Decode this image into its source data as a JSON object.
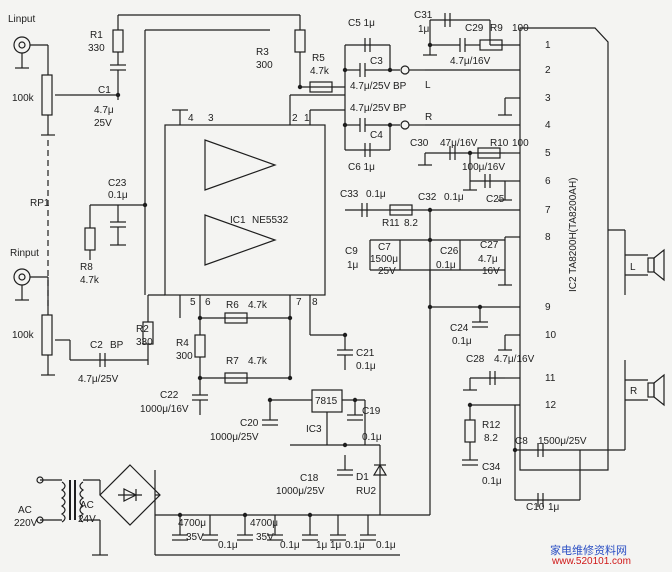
{
  "labels": {
    "linput": "Linput",
    "rinput": "Rinput",
    "pot_l": "100k",
    "pot_r": "100k",
    "rp1": "RP1",
    "r1": "R1",
    "r1_val": "330",
    "c1": "C1",
    "c1_val": "4.7μ",
    "c1_v": "25V",
    "r3": "R3",
    "r3_val": "300",
    "r5": "R5",
    "r5_val": "4.7k",
    "c5": "C5  1μ",
    "c3": "C3",
    "c3_val": "4.7μ/25V BP",
    "c4_val": "4.7μ/25V BP",
    "c4": "C4",
    "c6": "C6  1μ",
    "l_out": "L",
    "r_out": "R",
    "c31": "C31",
    "c31_val": "1μ",
    "c29": "C29",
    "r9": "R9",
    "r9_val": "100",
    "c29_val": "4.7μ/16V",
    "c30": "C30",
    "c30_val": "47μ/16V",
    "r10": "R10",
    "r10_val": "100",
    "c10016": "100μ/16V",
    "c32": "C32",
    "c32_val": "0.1μ",
    "c25": "C25",
    "c33": "C33",
    "c33_val": "0.1μ",
    "r11": "R11",
    "r11_val": "8.2",
    "c9": "C9",
    "c9_val": "1μ",
    "c7": "C7",
    "c7_val": "1500μ",
    "c7_v": "25V",
    "c26": "C26",
    "c26_val": "0.1μ",
    "c27": "C27",
    "c27_val": "4.7μ",
    "c27_v": "16V",
    "c23": "C23",
    "c23_val": "0.1μ",
    "r8": "R8",
    "r8_val": "4.7k",
    "ic1": "IC1",
    "ne5532": "NE5532",
    "r2": "R2",
    "r2_val": "330",
    "c2": "C2",
    "c2_bp": "BP",
    "c2_val": "4.7μ/25V",
    "r6": "R6",
    "r6_val": "4.7k",
    "r4": "R4",
    "r4_val": "300",
    "r7": "R7",
    "r7_val": "4.7k",
    "c22": "C22",
    "c22_val": "1000μ/16V",
    "c21": "C21",
    "c21_val": "0.1μ",
    "c20": "C20",
    "c20_val": "1000μ/25V",
    "u7815": "7815",
    "ic3": "IC3",
    "c19": "C19",
    "c19_val": "0.1μ",
    "c18": "C18",
    "c18_val": "1000μ/25V",
    "d1": "D1",
    "ru2": "RU2",
    "c24": "C24",
    "c24_val": "0.1μ",
    "c28": "C28",
    "c28_val": "4.7μ/16V",
    "r12": "R12",
    "r12_val": "8.2",
    "c34": "C34",
    "c34_val": "0.1μ",
    "c8": "C8",
    "c8_val": "1500μ/25V",
    "c10": "C10",
    "c10_val": "1μ",
    "ac1": "AC",
    "ac1_v": "220V",
    "ac2": "AC",
    "ac2_v": "24V",
    "b4700a": "4700μ",
    "b35a": "35V",
    "b01a": "0.1μ",
    "b4700b": "4700μ",
    "b35b": "35V",
    "b01b": "0.1μ",
    "b1a": "1μ",
    "b1b": "1μ",
    "b01c": "0.1μ",
    "b01d": "0.1μ",
    "ic2": "IC2  TA8200H(TA8200AH)",
    "spk_l": "L",
    "spk_r": "R",
    "watermark_cn": "家电维修资料网",
    "watermark_url": "www.520101.com"
  },
  "ic2_pins": [
    "1",
    "2",
    "3",
    "4",
    "5",
    "6",
    "7",
    "8",
    "9",
    "10",
    "11",
    "12"
  ],
  "ic1_pins": {
    "p4": "4",
    "p3": "3",
    "p2": "2",
    "p1": "1",
    "p5": "5",
    "p6": "6",
    "p7": "7",
    "p8": "8"
  },
  "colors": {
    "ink": "#1e1e1e",
    "paper": "#f4f4f2",
    "watermark_cn": "#2b4fc4",
    "watermark_url": "#d01818"
  }
}
